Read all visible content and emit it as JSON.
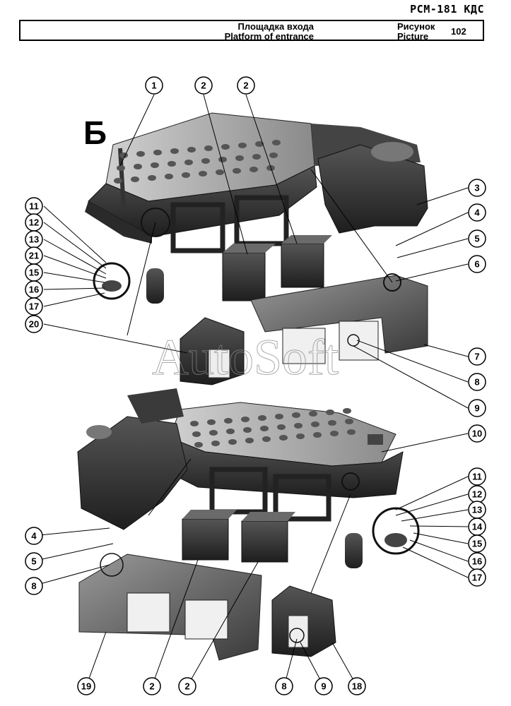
{
  "header": {
    "doc_code": "РСМ-181 КДС",
    "title_ru": "Площадка входа",
    "title_en": "Platform of entrance",
    "picture_label_ru": "Рисунок",
    "picture_label_en": "Picture",
    "picture_number": "102"
  },
  "view_letter": "Б",
  "watermark": "AutoSoft",
  "callouts": [
    "1",
    "2",
    "2",
    "3",
    "4",
    "5",
    "6",
    "7",
    "8",
    "9",
    "11",
    "12",
    "13",
    "21",
    "15",
    "16",
    "17",
    "20",
    "10",
    "11",
    "12",
    "13",
    "14",
    "15",
    "16",
    "17",
    "4",
    "5",
    "8",
    "19",
    "2",
    "2",
    "8",
    "9",
    "18"
  ]
}
